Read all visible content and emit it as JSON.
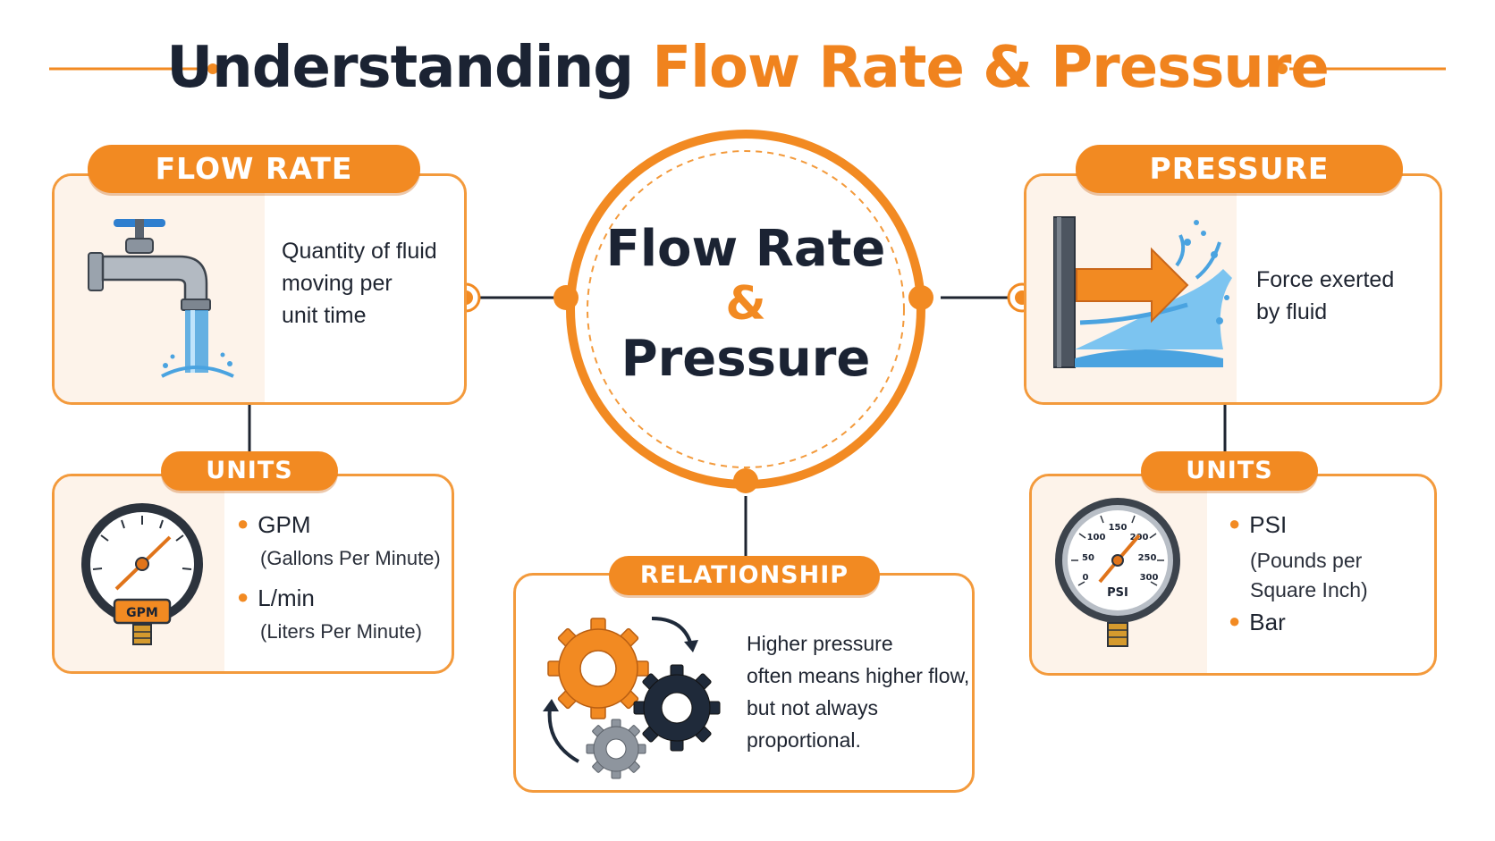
{
  "title": {
    "part1": "Understanding ",
    "part2": "Flow Rate & Pressure"
  },
  "center": {
    "line1": "Flow Rate",
    "line2": "&",
    "line3": "Pressure"
  },
  "flow_rate": {
    "label": "FLOW RATE",
    "desc_lines": [
      "Quantity of fluid",
      "moving per",
      "unit time"
    ],
    "units": {
      "label": "UNITS",
      "gauge_label": "GPM",
      "items": [
        {
          "name": "GPM",
          "detail": "(Gallons Per Minute)"
        },
        {
          "name": "L/min",
          "detail": "(Liters Per Minute)"
        }
      ]
    }
  },
  "pressure": {
    "label": "PRESSURE",
    "desc_lines": [
      "Force exerted",
      "by fluid"
    ],
    "units": {
      "label": "UNITS",
      "gauge_label": "PSI",
      "gauge_ticks": [
        "0",
        "50",
        "100",
        "150",
        "200",
        "250",
        "300"
      ],
      "items": [
        {
          "name": "PSI",
          "detail_lines": [
            "(Pounds per",
            "Square Inch)"
          ]
        },
        {
          "name": "Bar"
        }
      ]
    }
  },
  "relationship": {
    "label": "RELATIONSHIP",
    "desc_lines": [
      "Higher pressure",
      "often means higher flow,",
      "but not always",
      "proportional."
    ]
  },
  "colors": {
    "accent": "#f28a22",
    "dark": "#1b2333",
    "water": "#4aa3e0"
  },
  "icons": [
    "faucet-icon",
    "water-splash-wall-icon",
    "gpm-gauge-icon",
    "psi-gauge-icon",
    "gears-icon"
  ]
}
